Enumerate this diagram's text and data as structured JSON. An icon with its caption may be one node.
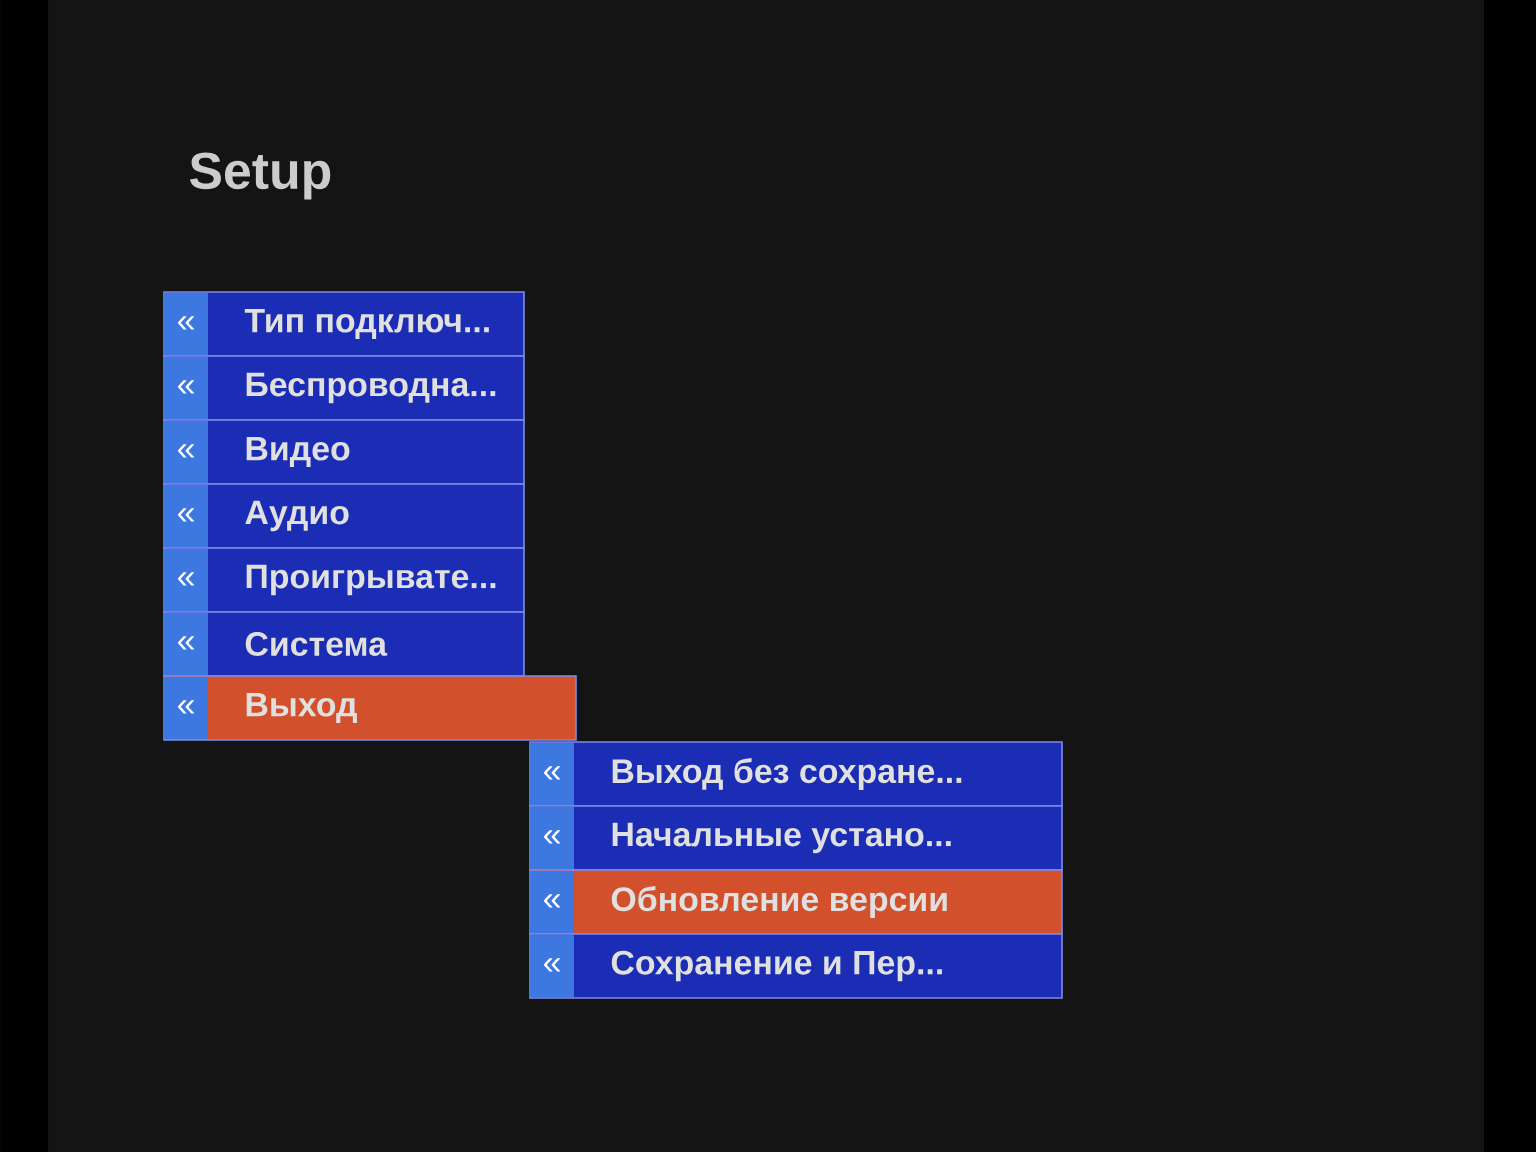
{
  "diagram": {
    "title": "Setup",
    "nodes": [
      {
        "text": [
          "«",
          "Тип подключ..."
        ]
      },
      {
        "text": [
          "«",
          "Беспроводна..."
        ]
      },
      {
        "text": [
          "«",
          "Видео"
        ]
      },
      {
        "text": [
          "«",
          "Аудио"
        ]
      },
      {
        "text": [
          "«",
          "Проигрывате..."
        ]
      },
      {
        "text": [
          "«",
          "Система"
        ]
      },
      {
        "text": [
          "«",
          "Выход"
        ]
      },
      {
        "text": [
          "«",
          "Выход без сохране..."
        ]
      },
      {
        "text": [
          "«",
          "Начальные устано..."
        ]
      },
      {
        "text": [
          "«",
          "Обновление версии"
        ]
      },
      {
        "text": [
          "«",
          "Сохранение и Пер..."
        ]
      }
    ]
  }
}
